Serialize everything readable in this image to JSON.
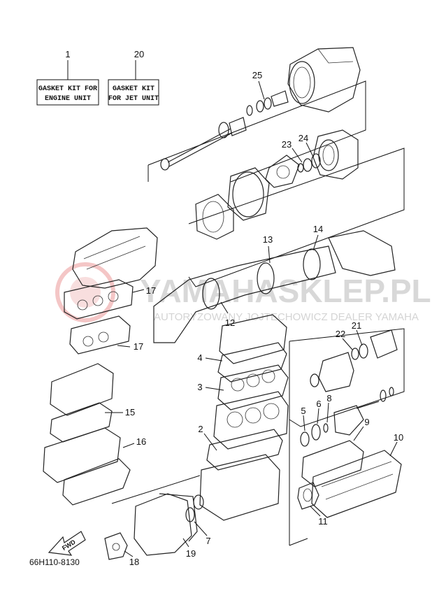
{
  "kits": [
    {
      "number": "1",
      "line1": "GASKET KIT FOR",
      "line2": "ENGINE UNIT"
    },
    {
      "number": "20",
      "line1": "GASKET KIT",
      "line2": "FOR JET UNIT"
    }
  ],
  "labels": {
    "p2": "2",
    "p3": "3",
    "p4": "4",
    "p5": "5",
    "p6": "6",
    "p7": "7",
    "p8": "8",
    "p9": "9",
    "p10": "10",
    "p11": "11",
    "p12": "12",
    "p13": "13",
    "p14": "14",
    "p15": "15",
    "p16": "16",
    "p17a": "17",
    "p17b": "17",
    "p18": "18",
    "p19": "19",
    "p21": "21",
    "p22": "22",
    "p23": "23",
    "p24": "24",
    "p25": "25"
  },
  "fwd": "FWD",
  "diagram_code": "66H110-8130",
  "watermark": {
    "brand": "YAMAHASKLEP.PL",
    "dealer": "AUTORYZOWANY JOJTECHOWICZ DEALER YAMAHA"
  }
}
